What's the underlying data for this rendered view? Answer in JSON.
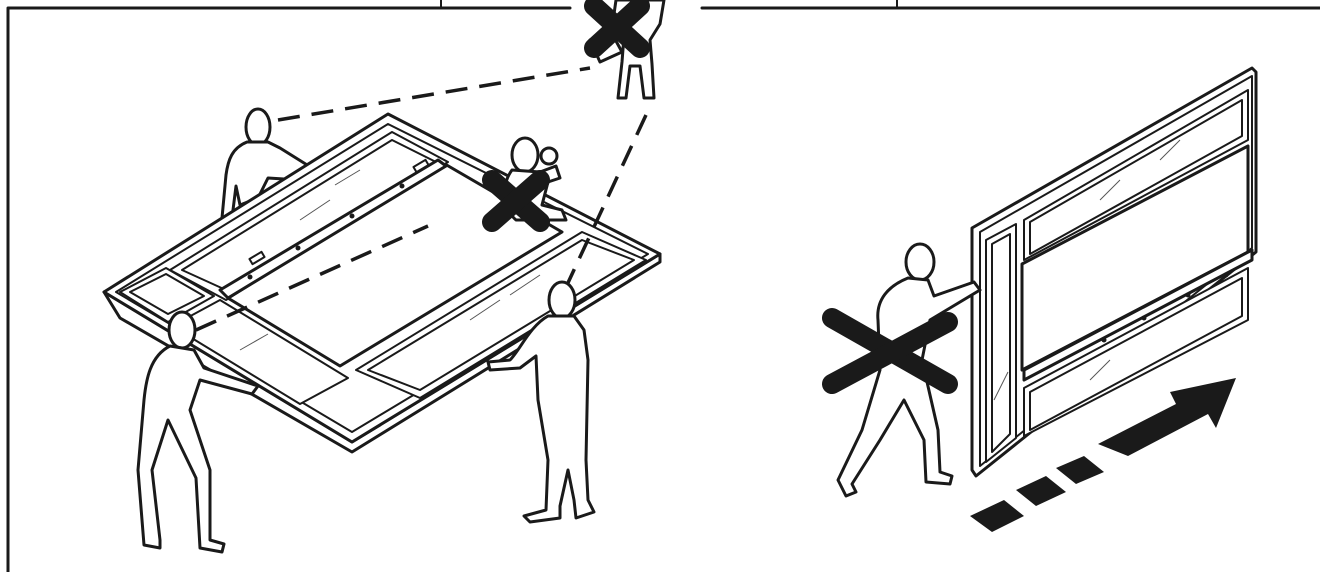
{
  "colors": {
    "ink": "#1a1a1a",
    "paper": "#ffffff",
    "glass_line": "#555555"
  },
  "panels": [
    {
      "id": "left",
      "warning": "two-person-lift-keep-bystanders-away",
      "marks": [
        "prohibited-x-bystander-child",
        "prohibited-x-bystander-adult",
        "sightline-dashes"
      ]
    },
    {
      "id": "right",
      "warning": "do-not-move-frame-alone",
      "marks": [
        "prohibited-x-single-person",
        "movement-arrow"
      ]
    }
  ],
  "icons": [
    "prohibited-x-icon",
    "movement-arrow-icon",
    "person-icon",
    "window-frame-icon"
  ]
}
